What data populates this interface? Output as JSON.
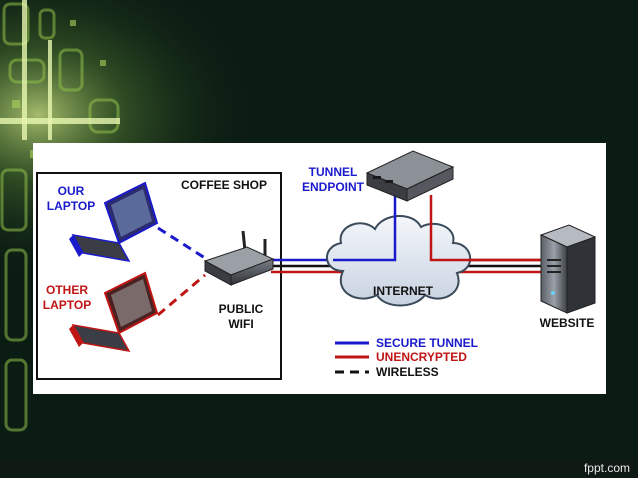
{
  "diagram": {
    "coffee_shop_label": "COFFEE SHOP",
    "our_laptop_line1": "OUR",
    "our_laptop_line2": "LAPTOP",
    "other_laptop_line1": "OTHER",
    "other_laptop_line2": "LAPTOP",
    "public_wifi_line1": "PUBLIC",
    "public_wifi_line2": "WIFI",
    "tunnel_endpoint_line1": "TUNNEL",
    "tunnel_endpoint_line2": "ENDPOINT",
    "internet_label": "INTERNET",
    "website_label": "WEBSITE",
    "legend": [
      {
        "label": "SECURE TUNNEL",
        "style": "solid",
        "color": "#1a1acc"
      },
      {
        "label": "UNENCRYPTED",
        "style": "solid",
        "color": "#c01515"
      },
      {
        "label": "WIRELESS",
        "style": "dashed",
        "color": "#111111"
      }
    ]
  },
  "colors": {
    "secure": "#1a1acc",
    "unencrypted": "#c01515",
    "wired": "#111111",
    "label_blue": "#1a1acc",
    "label_red": "#c01515"
  },
  "footer": {
    "brand": "fppt.com"
  }
}
